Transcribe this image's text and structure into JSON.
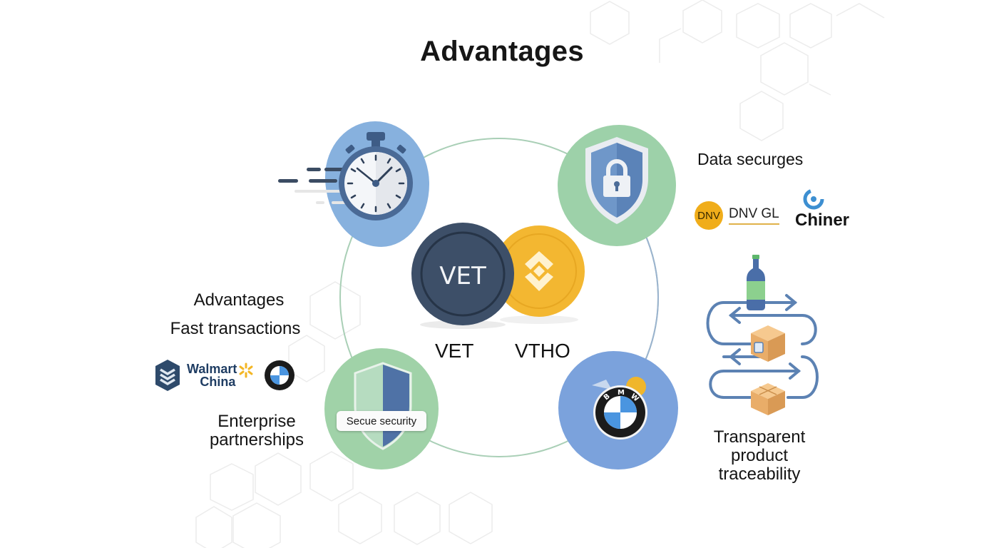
{
  "title": "Advantages",
  "center": {
    "coins": [
      {
        "symbol": "VET",
        "label": "VET",
        "color": "#3d4f68"
      },
      {
        "symbol": "vtho-diamond",
        "label": "VTHO",
        "color": "#f3b731"
      }
    ]
  },
  "nodes": {
    "top_left": {
      "icon": "stopwatch-icon",
      "bg": "#87b1de"
    },
    "top_right": {
      "icon": "shield-lock-icon",
      "bg": "#9dd1a9"
    },
    "bottom_left": {
      "icon": "shield-icon",
      "bg": "#a0d2a8",
      "pill_label": "Secue security"
    },
    "bottom_right": {
      "icon": "bmw-logo-icon",
      "bg": "#7ba2dc",
      "badge_text": "B M W"
    }
  },
  "left_panel": {
    "heading": "Advantages",
    "subheading": "Fast transactions",
    "logos": {
      "walmart_line1": "Walmart",
      "walmart_line2": "China",
      "bmw_text": "B M W"
    },
    "caption_line1": "Enterprise",
    "caption_line2": "partnerships"
  },
  "right_panel": {
    "heading": "Data securges",
    "logos": {
      "dnv_badge": "DNV",
      "dnv_gl": "DNV GL",
      "chiner": "Chiner"
    },
    "caption_line1": "Transparent",
    "caption_line2": "product",
    "caption_line3": "traceability"
  },
  "colors": {
    "accent_navy": "#3d4f68",
    "accent_gold": "#f3b731",
    "ring_green": "#a9cfb6",
    "blue_blob": "#87b1de",
    "green_blob": "#9dd1a9"
  }
}
